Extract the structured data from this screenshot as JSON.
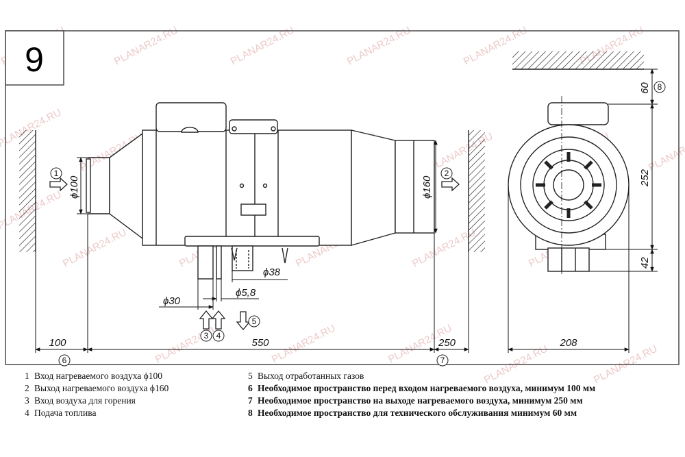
{
  "panel_number": "9",
  "watermark": "PLANAR24.RU",
  "dimensions": {
    "d100": "ϕ100",
    "d160": "ϕ160",
    "d30": "ϕ30",
    "d5_8": "ϕ5,8",
    "d38": "ϕ38",
    "len_100": "100",
    "len_550": "550",
    "len_250": "250",
    "len_208": "208",
    "h_60": "60",
    "h_252": "252",
    "h_42": "42"
  },
  "callouts": {
    "c1": "1",
    "c2": "2",
    "c3": "3",
    "c4": "4",
    "c5": "5",
    "c6": "6",
    "c7": "7",
    "c8": "8"
  },
  "legend_left": [
    {
      "num": "1",
      "text": "Вход нагреваемого воздуха ϕ100"
    },
    {
      "num": "2",
      "text": "Выход нагреваемого воздуха ϕ160"
    },
    {
      "num": "3",
      "text": "Вход воздуха для горения"
    },
    {
      "num": "4",
      "text": "Подача топлива"
    }
  ],
  "legend_right": [
    {
      "num": "5",
      "text": "Выход отработанных газов",
      "bold": false
    },
    {
      "num": "6",
      "text": "Необходимое пространство перед входом нагреваемого воздуха, минимум 100 мм",
      "bold": true
    },
    {
      "num": "7",
      "text": "Необходимое пространство на выходе нагреваемого воздуха, минимум 250 мм",
      "bold": true
    },
    {
      "num": "8",
      "text": "Необходимое пространство для технического обслуживания минимум 60 мм",
      "bold": true
    }
  ]
}
